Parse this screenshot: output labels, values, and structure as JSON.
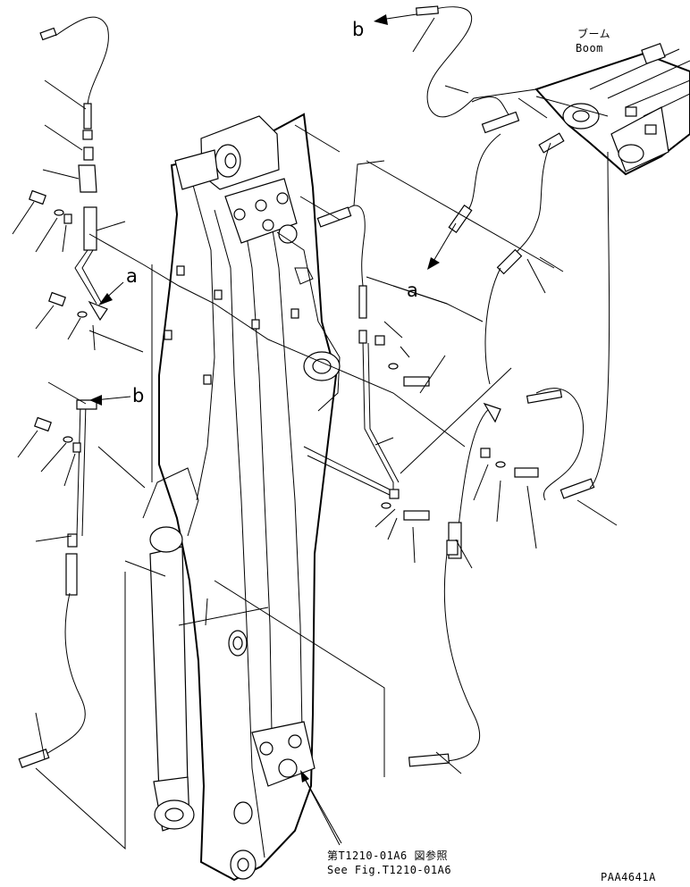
{
  "callouts": {
    "a_label": "a",
    "b_label": "b"
  },
  "boom_label": {
    "jp": "ブーム",
    "en": "Boom"
  },
  "reference_note": {
    "jp": "第T1210-01A6 図参照",
    "en": "See Fig.T1210-01A6"
  },
  "drawing_code": "PAA4641A"
}
